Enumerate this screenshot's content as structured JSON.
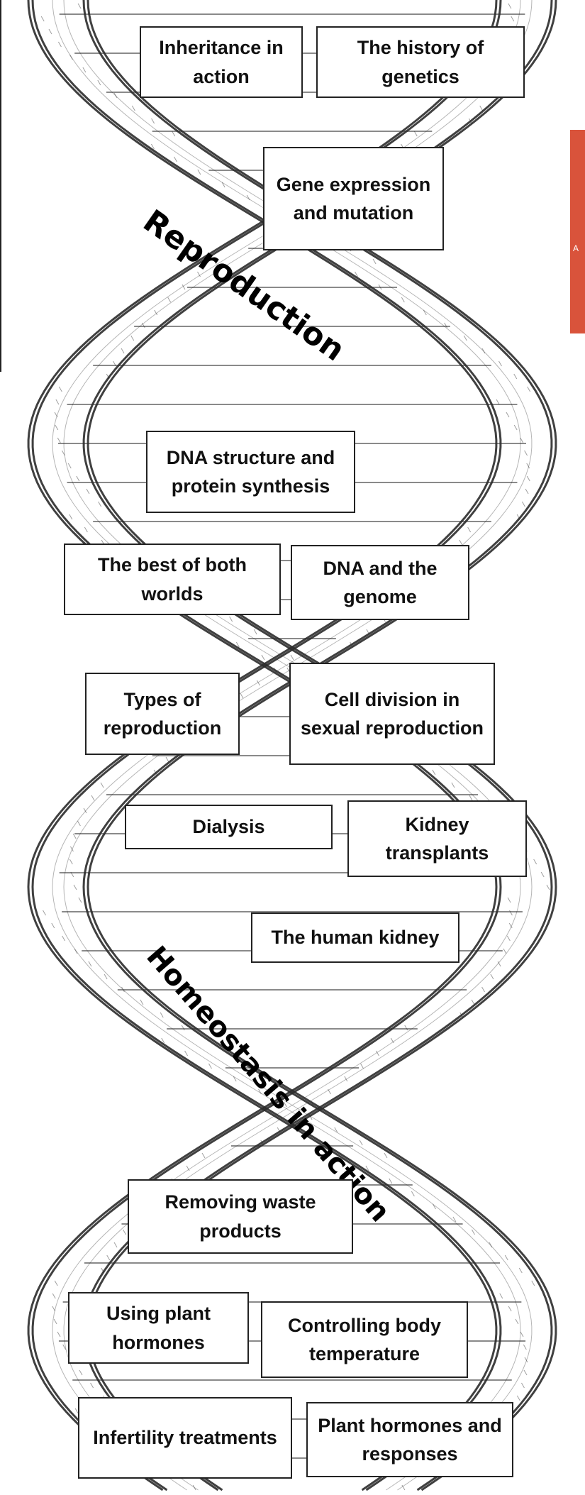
{
  "colors": {
    "strand": "#2b2b2b",
    "ink": "#000000",
    "box_border": "#222222",
    "side_tab": "#d9533b"
  },
  "section_labels": {
    "reproduction": "Reproduction",
    "homeostasis": "Homeostasis in action"
  },
  "side_tab_text": "A",
  "topics": [
    "Inheritance in action",
    "The history of genetics",
    "Gene expression and mutation",
    "DNA structure and protein synthesis",
    "The best of both worlds",
    "DNA and the genome",
    "Types of reproduction",
    "Cell division in sexual reproduction",
    "Dialysis",
    "Kidney transplants",
    "The human kidney",
    "Removing waste products",
    "Using plant hormones",
    "Controlling body temperature",
    "Infertility treatments",
    "Plant hormones and responses"
  ]
}
